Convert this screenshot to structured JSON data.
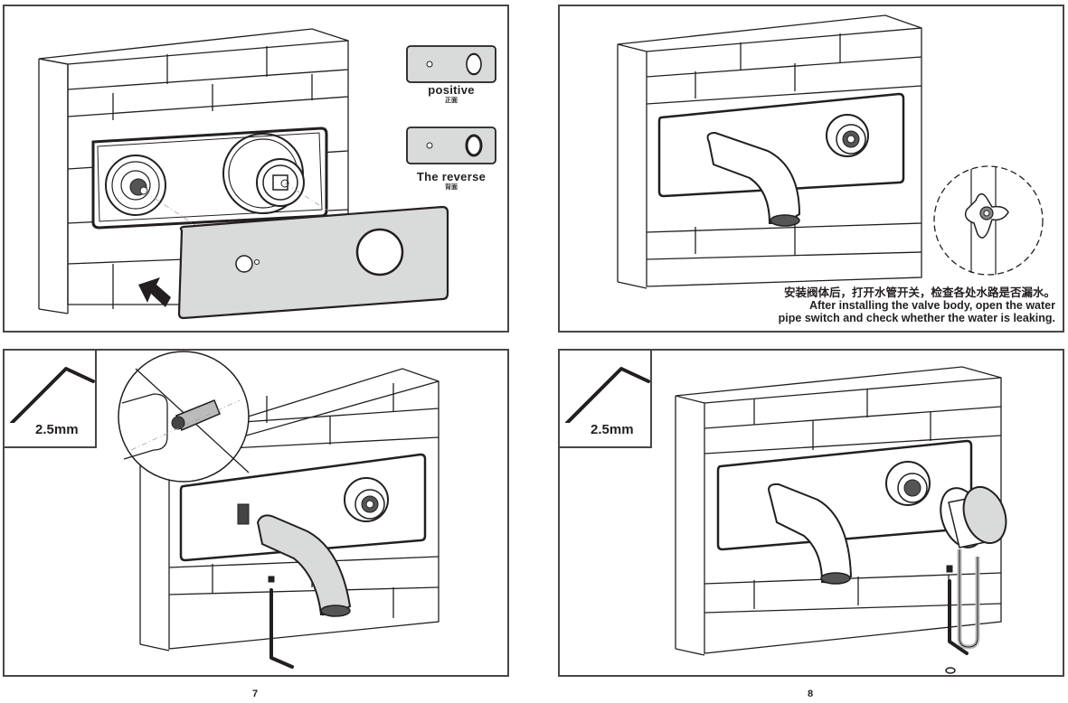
{
  "document": {
    "type": "Installation manual spread",
    "pages": [
      {
        "number": "7"
      },
      {
        "number": "8"
      }
    ]
  },
  "steps": {
    "step1": {
      "panel_labels": {
        "positive_en": "positive",
        "positive_cn": "正面",
        "reverse_en": "The reverse",
        "reverse_cn": "背面"
      },
      "arrow": "arrow-icon",
      "cover_plate_color": "#d9dada"
    },
    "step2": {
      "note_cn": "安装阀体后，打开水管开关，检查各处水路是否漏水。",
      "note_en_line1": "After installing the valve body, open the water",
      "note_en_line2": "pipe switch and check whether the water is leaking."
    },
    "step3": {
      "tool": "hex-key-icon",
      "tool_size": "2.5mm"
    },
    "step4": {
      "tool": "hex-key-icon",
      "tool_size": "2.5mm"
    }
  },
  "footer": {
    "page_left": "7",
    "page_right": "8"
  }
}
